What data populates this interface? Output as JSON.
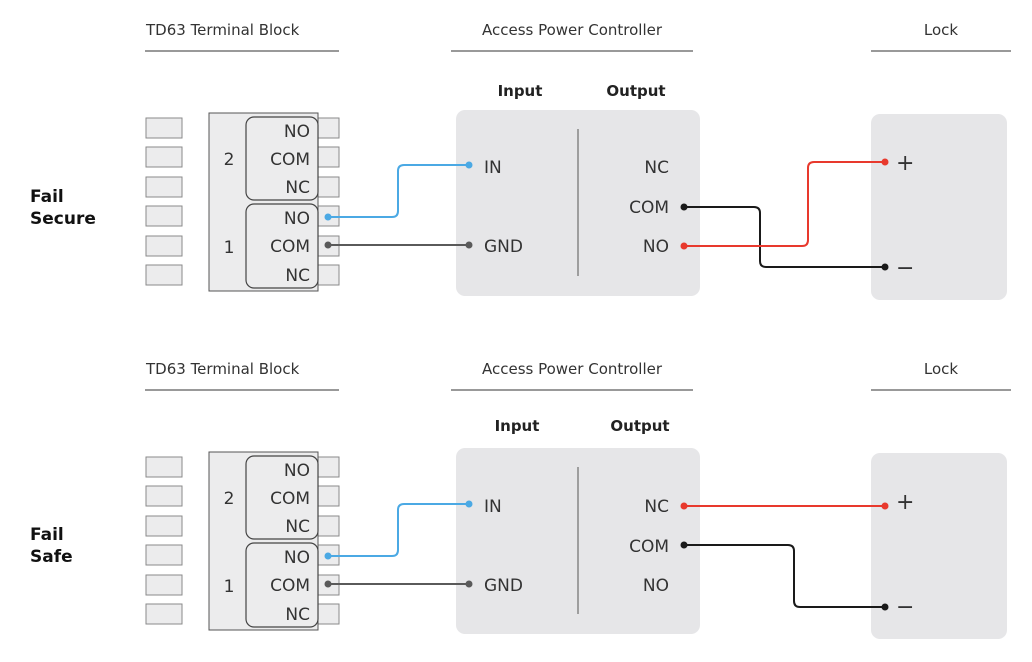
{
  "sections": [
    {
      "mode_label_line1": "Fail",
      "mode_label_line2": "Secure",
      "terminal_block_title": "TD63 Terminal Block",
      "controller_title": "Access Power Controller",
      "lock_title": "Lock",
      "input_header": "Input",
      "output_header": "Output",
      "group_2_number": "2",
      "group_1_number": "1",
      "group_2_pins": [
        "NO",
        "COM",
        "NC"
      ],
      "group_1_pins": [
        "NO",
        "COM",
        "NC"
      ],
      "input_in": "IN",
      "input_gnd": "GND",
      "output_nc": "NC",
      "output_com": "COM",
      "output_no": "NO",
      "lock_plus": "+",
      "lock_minus": "−"
    },
    {
      "mode_label_line1": "Fail",
      "mode_label_line2": "Safe",
      "terminal_block_title": "TD63 Terminal Block",
      "controller_title": "Access Power Controller",
      "lock_title": "Lock",
      "input_header": "Input",
      "output_header": "Output",
      "group_2_number": "2",
      "group_1_number": "1",
      "group_2_pins": [
        "NO",
        "COM",
        "NC"
      ],
      "group_1_pins": [
        "NO",
        "COM",
        "NC"
      ],
      "input_in": "IN",
      "input_gnd": "GND",
      "output_nc": "NC",
      "output_com": "COM",
      "output_no": "NO",
      "lock_plus": "+",
      "lock_minus": "−"
    }
  ],
  "colors": {
    "signal_wire": "#4ba9e4",
    "ground_wire": "#5a5a5a",
    "positive_wire": "#e8392d",
    "negative_wire": "#1a1a1a",
    "panel_fill": "#e6e6e8",
    "connector_fill": "#ececed"
  }
}
